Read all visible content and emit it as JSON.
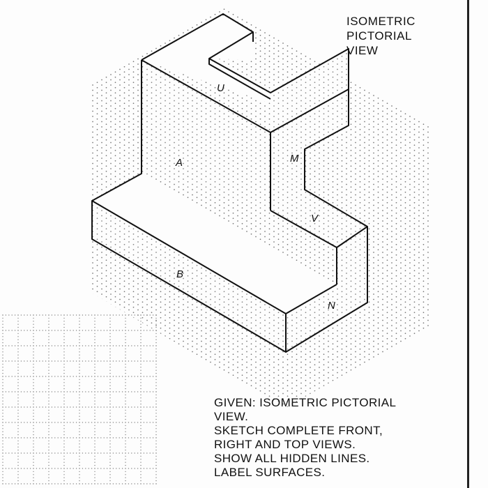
{
  "heading": {
    "title": "ISOMETRIC\nPICTORIAL\nVIEW"
  },
  "instructions": {
    "text": "GIVEN: ISOMETRIC PICTORIAL\nVIEW.\nSKETCH COMPLETE FRONT,\nRIGHT AND TOP VIEWS.\nSHOW ALL HIDDEN LINES.\nLABEL SURFACES."
  },
  "surfaces": {
    "U": "U",
    "A": "A",
    "M": "M",
    "V": "V",
    "B": "B",
    "N": "N"
  },
  "colors": {
    "ink": "#111111",
    "dot": "#777777",
    "paper": "#fdfdfd"
  }
}
